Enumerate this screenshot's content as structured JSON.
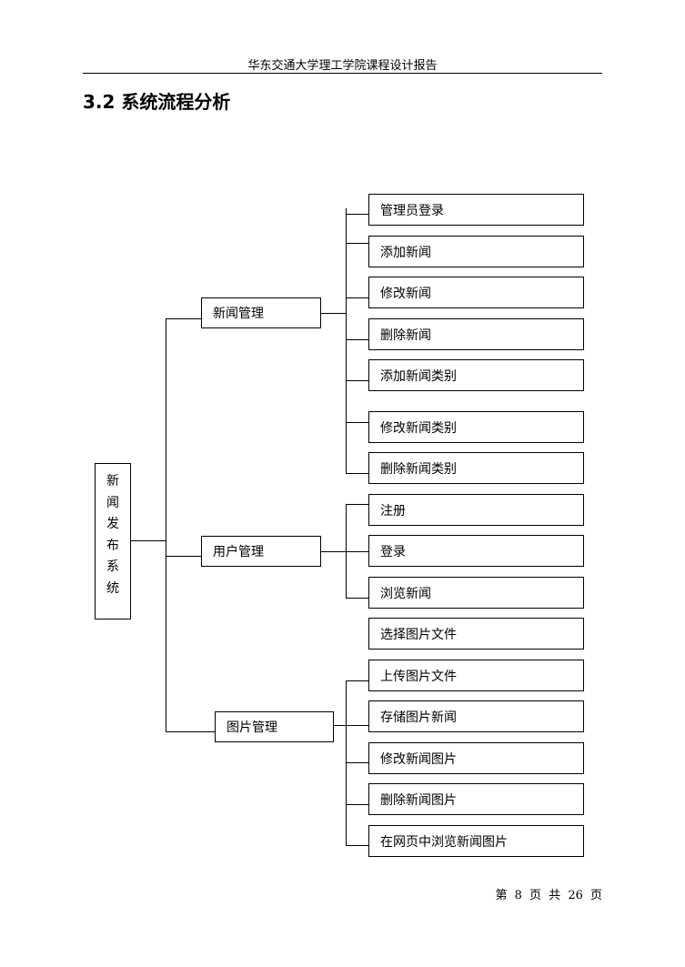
{
  "header": {
    "text": "华东交通大学理工学院课程设计报告"
  },
  "section": {
    "title": "3.2 系统流程分析"
  },
  "diagram": {
    "root": {
      "chars": [
        "新",
        "闻",
        "发",
        "布",
        "系",
        "统"
      ]
    },
    "modules": [
      {
        "label": "新闻管理"
      },
      {
        "label": "用户管理"
      },
      {
        "label": "图片管理"
      }
    ],
    "items": [
      "管理员登录",
      "添加新闻",
      "修改新闻",
      "删除新闻",
      "添加新闻类别",
      "修改新闻类别",
      "删除新闻类别",
      "注册",
      "登录",
      "浏览新闻",
      "选择图片文件",
      "上传图片文件",
      "存储图片新闻",
      "修改新闻图片",
      "删除新闻图片",
      "在网页中浏览新闻图片"
    ]
  },
  "footer": {
    "text": "第 8 页 共 26 页"
  }
}
